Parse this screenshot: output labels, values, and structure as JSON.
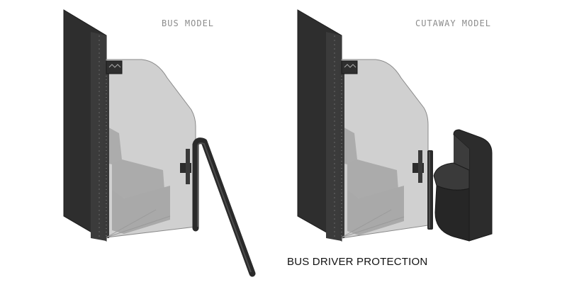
{
  "figure": {
    "caption": "BUS DRIVER PROTECTION",
    "panels": [
      {
        "id": "bus",
        "label": "BUS MODEL"
      },
      {
        "id": "cutaway",
        "label": "CUTAWAY MODEL"
      }
    ]
  },
  "colors": {
    "wall": "#2f2f2f",
    "wall_edge": "#1c1c1c",
    "seat": "#3a3a3a",
    "barrier": "#c6c6c6",
    "barrier_edge": "#8a8a8a",
    "label": "#8c8c8c",
    "caption": "#111111"
  }
}
